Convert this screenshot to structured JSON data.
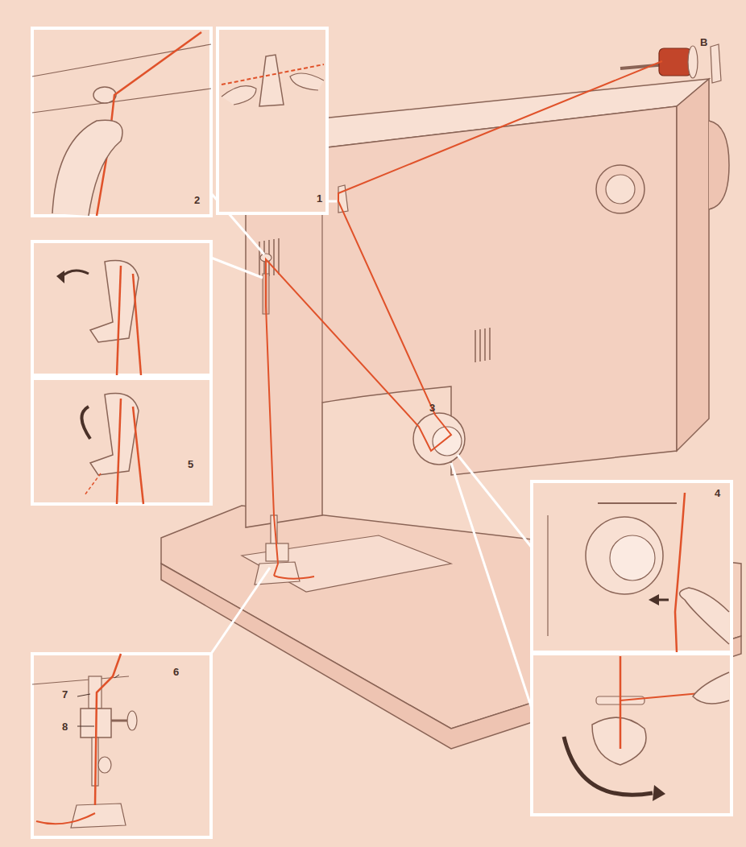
{
  "diagram": {
    "labels": [
      "2",
      "1",
      "B",
      "3",
      "5",
      "4",
      "6",
      "7",
      "8"
    ]
  }
}
